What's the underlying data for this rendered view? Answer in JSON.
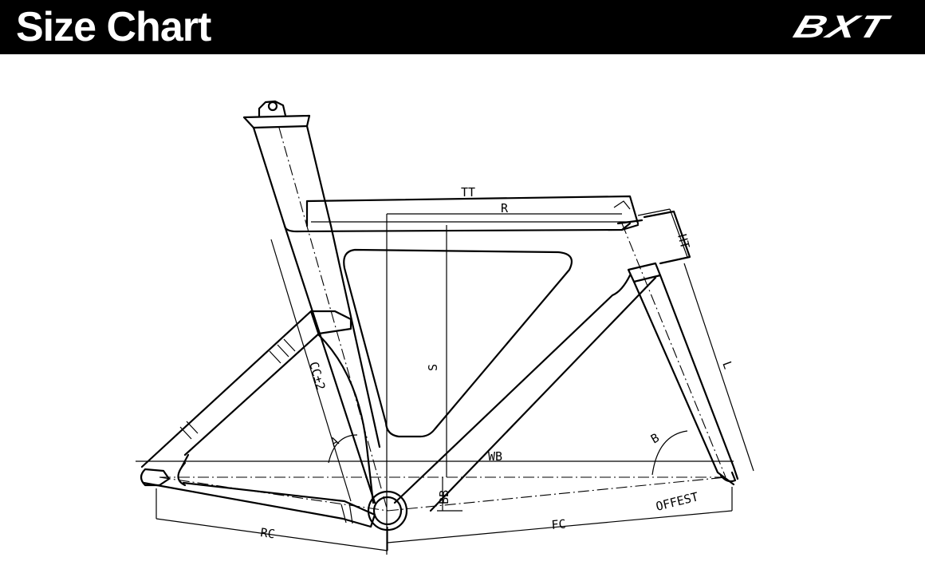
{
  "header": {
    "title": "Size Chart",
    "logo_text": "BXT"
  },
  "diagram": {
    "labels": {
      "tt": "TT",
      "r": "R",
      "ht": "HT",
      "s": "S",
      "cc": "CC±2",
      "wb": "WB",
      "bb": "BB",
      "rc": "RC",
      "fc": "FC",
      "offset": "OFFEST",
      "l": "L",
      "angle_a": "A",
      "angle_b": "B"
    }
  },
  "colors": {
    "header_bg": "#000000",
    "header_text": "#ffffff",
    "line": "#000000",
    "background": "#ffffff"
  }
}
